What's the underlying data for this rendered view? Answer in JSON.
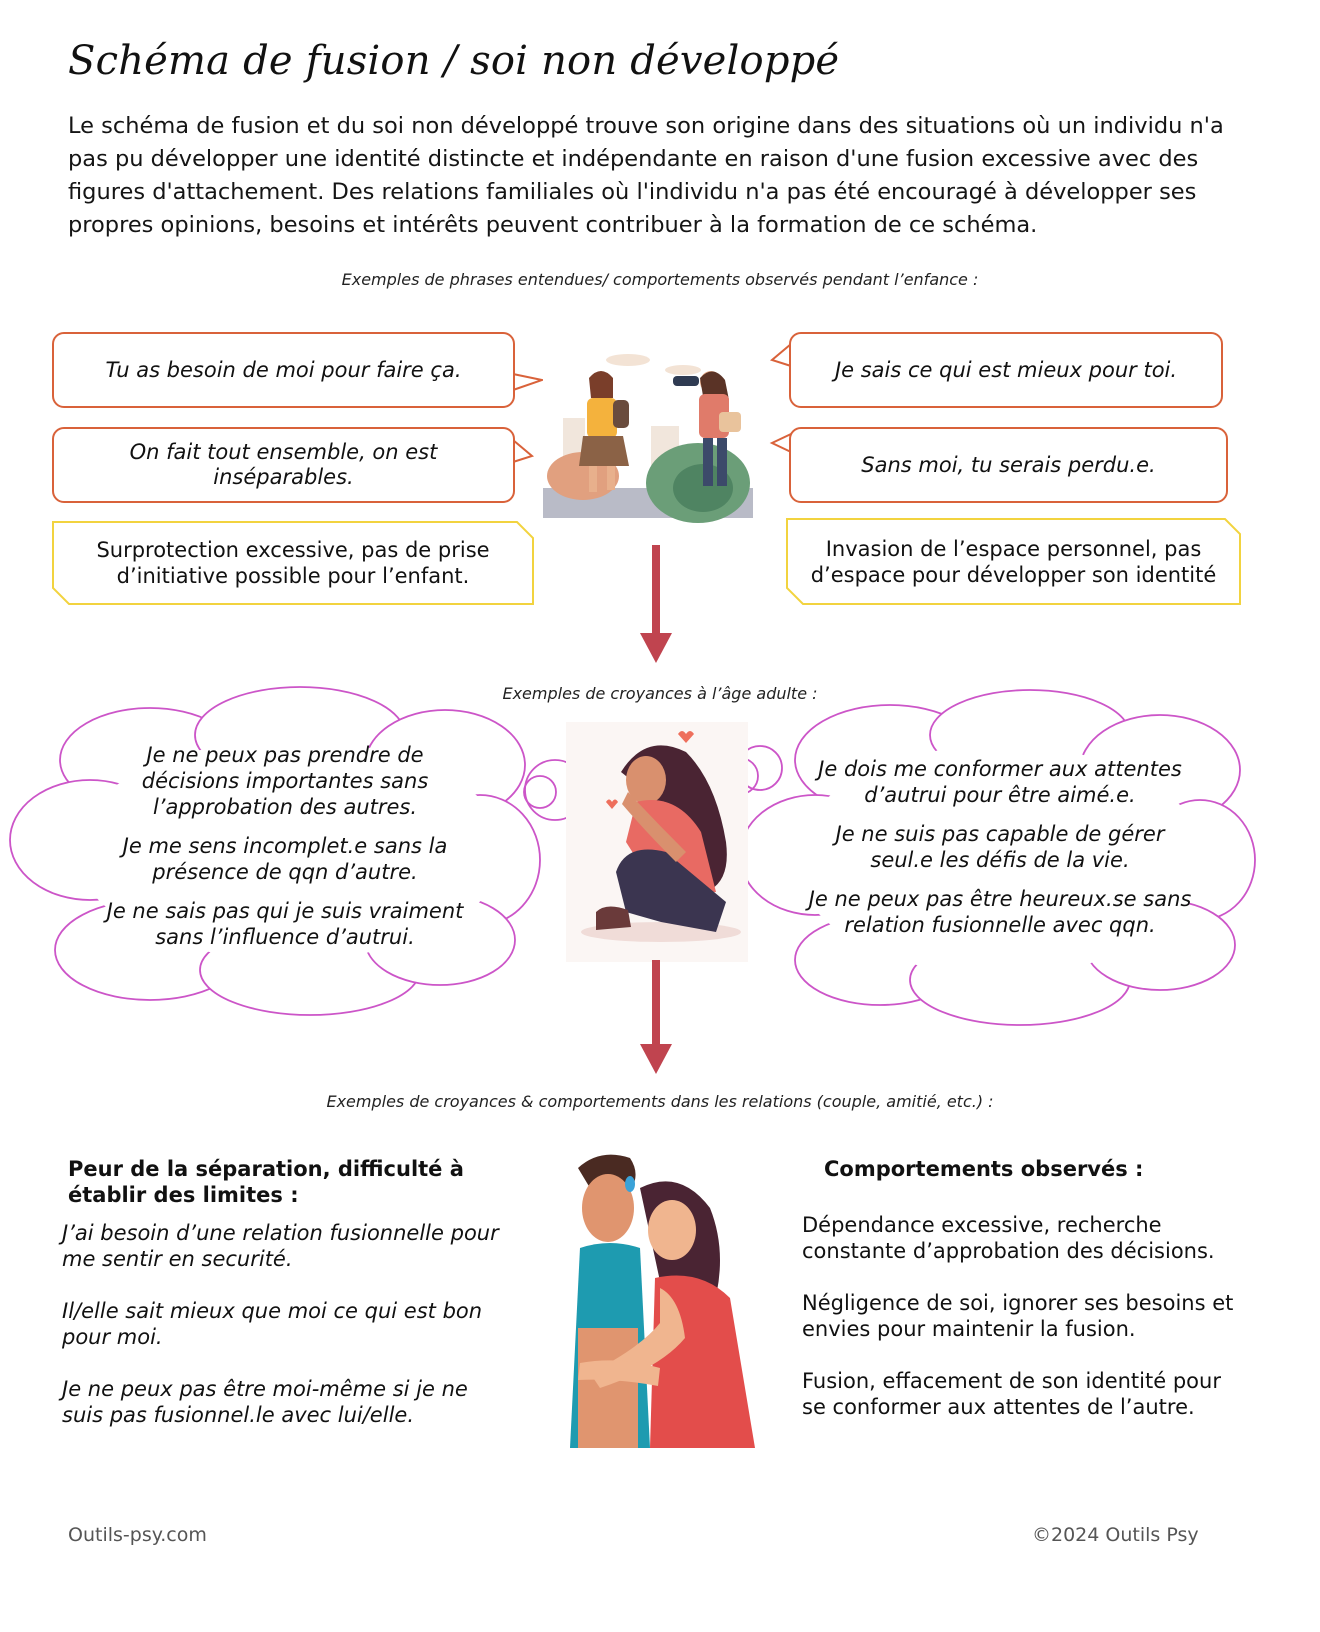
{
  "title": "Schéma de fusion / soi non développé",
  "intro": "Le schéma de fusion et du soi non développé trouve son origine dans des situations où un individu n'a pas pu développer une identité distincte et indépendante en raison d'une fusion excessive avec des figures d'attachement. Des relations familiales où l'individu n'a pas été encouragé à développer ses propres opinions, besoins et intérêts peuvent contribuer à la formation de ce schéma.",
  "section1": {
    "caption": "Exemples de phrases entendues/ comportements observés pendant l’enfance :",
    "bubbles": [
      "Tu as besoin de moi pour faire ça.",
      "On fait tout ensemble, on est inséparables.",
      "Je sais ce qui est mieux pour toi.",
      "Sans moi, tu serais perdu.e."
    ],
    "notes": [
      "Surprotection excessive, pas de prise d’initiative possible pour l’enfant.",
      "Invasion de l’espace personnel, pas d’espace pour développer son identité"
    ]
  },
  "section2": {
    "caption": "Exemples de croyances à l’âge adulte :",
    "left_cloud": [
      "Je ne peux pas prendre de décisions importantes sans l’approbation des autres.",
      "Je me sens incomplet.e sans la présence de qqn d’autre.",
      "Je ne sais pas qui je suis vraiment sans l’influence d’autrui."
    ],
    "right_cloud": [
      "Je dois me conformer aux attentes d’autrui pour être aimé.e.",
      "Je ne suis pas capable de gérer seul.e les défis de la vie.",
      "Je ne peux pas être heureux.se sans relation fusionnelle avec qqn."
    ]
  },
  "section3": {
    "caption": "Exemples de croyances & comportements dans les relations (couple, amitié, etc.) :",
    "left_heading": "Peur de la séparation, difficulté à établir des limites :",
    "left_items": [
      "J’ai besoin d’une relation fusionnelle pour me sentir en securité.",
      "Il/elle sait mieux que moi ce qui est bon pour moi.",
      "Je ne peux pas être moi-même si je ne suis pas fusionnel.le avec lui/elle."
    ],
    "right_heading": "Comportements observés :",
    "right_items": [
      "Dépendance excessive, recherche constante d’approbation des décisions.",
      "Négligence de soi, ignorer ses besoins et envies pour maintenir la fusion.",
      "Fusion, effacement de son identité pour se conformer aux attentes de l’autre."
    ]
  },
  "footer": {
    "left": "Outils-psy.com",
    "right": "©2024 Outils Psy"
  },
  "colors": {
    "bubble_border": "#d9623a",
    "note_border": "#f2d33f",
    "cloud_stroke": "#cc55c8",
    "arrow": "#c0444f"
  }
}
